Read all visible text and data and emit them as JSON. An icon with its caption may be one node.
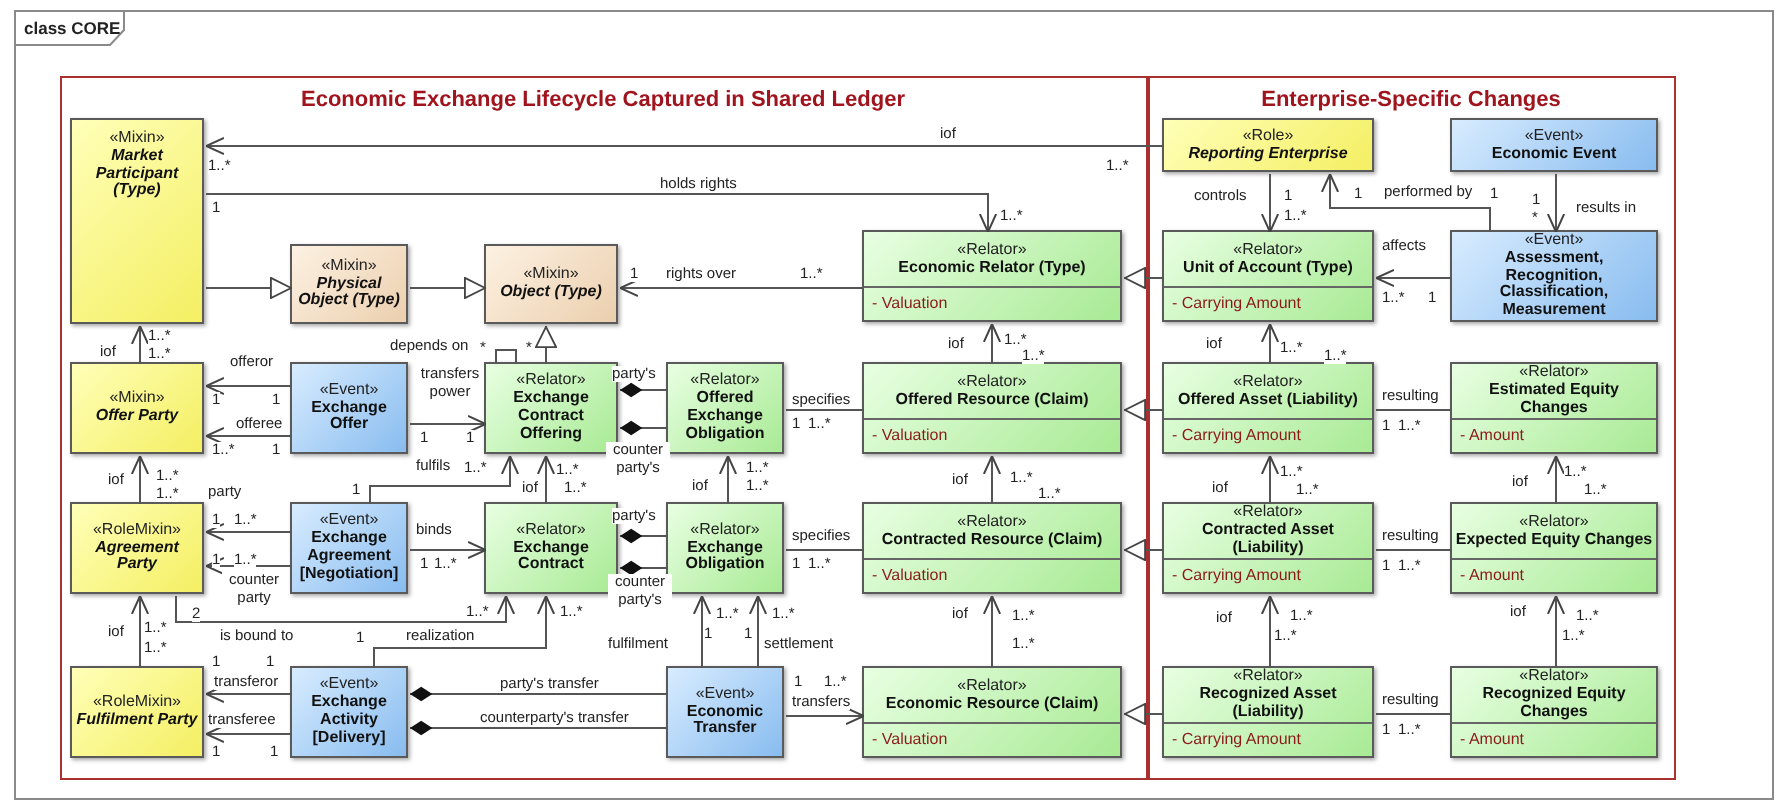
{
  "diagram": {
    "nodes": [
      {
        "text": [
          "class CORE"
        ]
      },
      {
        "text": [
          "Economic Exchange Lifecycle Captured in Shared Ledger"
        ],
        "in": 0
      },
      {
        "text": [
          "Enterprise-Specific Changes"
        ],
        "in": 0
      },
      {
        "text": [
          "«Mixin»",
          "Market Participant (Type)"
        ],
        "in": 1
      },
      {
        "text": [
          "«Mixin»",
          "Physical Object (Type)"
        ],
        "in": 1
      },
      {
        "text": [
          "«Mixin»",
          "Object (Type)"
        ],
        "in": 1
      },
      {
        "text": [
          "«Relator»",
          "Economic Relator (Type)",
          "- Valuation"
        ],
        "in": 1
      },
      {
        "text": [
          "«Mixin»",
          "Offer Party"
        ],
        "in": 1
      },
      {
        "text": [
          "«Event»",
          "Exchange Offer"
        ],
        "in": 1
      },
      {
        "text": [
          "«Relator»",
          "Exchange Contract Offering"
        ],
        "in": 1
      },
      {
        "text": [
          "«Relator»",
          "Offered Exchange Obligation"
        ],
        "in": 1
      },
      {
        "text": [
          "«Relator»",
          "Offered Resource (Claim)",
          "- Valuation"
        ],
        "in": 1
      },
      {
        "text": [
          "«RoleMixin»",
          "Agreement Party"
        ],
        "in": 1
      },
      {
        "text": [
          "«Event»",
          "Exchange Agreement [Negotiation]"
        ],
        "in": 1
      },
      {
        "text": [
          "«Relator»",
          "Exchange Contract"
        ],
        "in": 1
      },
      {
        "text": [
          "«Relator»",
          "Exchange Obligation"
        ],
        "in": 1
      },
      {
        "text": [
          "«Relator»",
          "Contracted Resource (Claim)",
          "- Valuation"
        ],
        "in": 1
      },
      {
        "text": [
          "«RoleMixin»",
          "Fulfilment Party"
        ],
        "in": 1
      },
      {
        "text": [
          "«Event»",
          "Exchange Activity [Delivery]"
        ],
        "in": 1
      },
      {
        "text": [
          "«Event»",
          "Economic Transfer"
        ],
        "in": 1
      },
      {
        "text": [
          "«Relator»",
          "Economic Resource (Claim)",
          "- Valuation"
        ],
        "in": 1
      },
      {
        "text": [
          "«Role»",
          "Reporting Enterprise"
        ],
        "in": 2
      },
      {
        "text": [
          "«Event»",
          "Economic Event"
        ],
        "in": 2
      },
      {
        "text": [
          "«Relator»",
          "Unit of Account (Type)",
          "- Carrying Amount"
        ],
        "in": 2
      },
      {
        "text": [
          "«Event»",
          "Assessment, Recognition, Classification, Measurement"
        ],
        "in": 2
      },
      {
        "text": [
          "«Relator»",
          "Offered Asset (Liability)",
          "- Carrying Amount"
        ],
        "in": 2
      },
      {
        "text": [
          "«Relator»",
          "Estimated Equity Changes",
          "- Amount"
        ],
        "in": 2
      },
      {
        "text": [
          "«Relator»",
          "Contracted Asset (Liability)",
          "- Carrying Amount"
        ],
        "in": 2
      },
      {
        "text": [
          "«Relator»",
          "Expected Equity Changes",
          "- Amount"
        ],
        "in": 2
      },
      {
        "text": [
          "«Relator»",
          "Recognized Asset (Liability)",
          "- Carrying Amount"
        ],
        "in": 2
      },
      {
        "text": [
          "«Relator»",
          "Recognized Equity Changes",
          "- Amount"
        ],
        "in": 2
      }
    ],
    "edges": [
      {
        "from": 21,
        "to": 3,
        "arrow": "to",
        "label": "iof"
      },
      {
        "from": 3,
        "to": 6,
        "arrow": "to",
        "label": "holds rights"
      },
      {
        "from": 3,
        "to": 4,
        "arrow": "to"
      },
      {
        "from": 4,
        "to": 5,
        "arrow": "to"
      },
      {
        "from": 6,
        "to": 5,
        "arrow": "to",
        "label": "rights over"
      },
      {
        "from": 9,
        "to": 5,
        "arrow": "to"
      },
      {
        "from": 9,
        "to": 9,
        "arrow": "none",
        "label": "depends on"
      },
      {
        "from": 7,
        "to": 3,
        "arrow": "to",
        "label": "iof"
      },
      {
        "from": 8,
        "to": 7,
        "arrow": "to",
        "label": "offeror"
      },
      {
        "from": 8,
        "to": 7,
        "arrow": "to",
        "label": "offeree"
      },
      {
        "from": 8,
        "to": 9,
        "arrow": "to",
        "label": "transfers power"
      },
      {
        "from": 10,
        "to": 9,
        "arrow": "other",
        "label": "party's"
      },
      {
        "from": 10,
        "to": 9,
        "arrow": "other",
        "label": "counter party's"
      },
      {
        "from": 10,
        "to": 11,
        "arrow": "none",
        "label": "specifies"
      },
      {
        "from": 11,
        "to": 6,
        "arrow": "to",
        "label": "iof"
      },
      {
        "from": 14,
        "to": 9,
        "arrow": "to",
        "label": "iof"
      },
      {
        "from": 13,
        "to": 9,
        "arrow": "to",
        "label": "fulfils"
      },
      {
        "from": 15,
        "to": 10,
        "arrow": "to",
        "label": "iof"
      },
      {
        "from": 12,
        "to": 7,
        "arrow": "to",
        "label": "iof"
      },
      {
        "from": 13,
        "to": 12,
        "arrow": "to",
        "label": "party"
      },
      {
        "from": 13,
        "to": 12,
        "arrow": "to",
        "label": "counter party"
      },
      {
        "from": 13,
        "to": 14,
        "arrow": "to",
        "label": "binds"
      },
      {
        "from": 15,
        "to": 14,
        "arrow": "other",
        "label": "party's"
      },
      {
        "from": 15,
        "to": 14,
        "arrow": "other",
        "label": "counter party's"
      },
      {
        "from": 15,
        "to": 16,
        "arrow": "none",
        "label": "specifies"
      },
      {
        "from": 16,
        "to": 11,
        "arrow": "to",
        "label": "iof"
      },
      {
        "from": 12,
        "to": 14,
        "arrow": "to",
        "label": "is bound to"
      },
      {
        "from": 17,
        "to": 12,
        "arrow": "to",
        "label": "iof"
      },
      {
        "from": 18,
        "to": 14,
        "arrow": "to",
        "label": "realization"
      },
      {
        "from": 18,
        "to": 17,
        "arrow": "to",
        "label": "transferor"
      },
      {
        "from": 18,
        "to": 17,
        "arrow": "to",
        "label": "transferee"
      },
      {
        "from": 19,
        "to": 18,
        "arrow": "other",
        "label": "party's transfer"
      },
      {
        "from": 19,
        "to": 18,
        "arrow": "other",
        "label": "counterparty's transfer"
      },
      {
        "from": 19,
        "to": 15,
        "arrow": "to",
        "label": "fulfilment"
      },
      {
        "from": 19,
        "to": 15,
        "arrow": "to",
        "label": "settlement"
      },
      {
        "from": 19,
        "to": 20,
        "arrow": "to",
        "label": "transfers"
      },
      {
        "from": 20,
        "to": 16,
        "arrow": "to",
        "label": "iof"
      },
      {
        "from": 23,
        "to": 6,
        "arrow": "to"
      },
      {
        "from": 25,
        "to": 11,
        "arrow": "to"
      },
      {
        "from": 27,
        "to": 16,
        "arrow": "to"
      },
      {
        "from": 29,
        "to": 20,
        "arrow": "to"
      },
      {
        "from": 21,
        "to": 23,
        "arrow": "to",
        "label": "controls"
      },
      {
        "from": 24,
        "to": 21,
        "arrow": "to",
        "label": "performed by"
      },
      {
        "from": 22,
        "to": 24,
        "arrow": "to",
        "label": "results in"
      },
      {
        "from": 24,
        "to": 23,
        "arrow": "to",
        "label": "affects"
      },
      {
        "from": 25,
        "to": 23,
        "arrow": "to",
        "label": "iof"
      },
      {
        "from": 25,
        "to": 26,
        "arrow": "none",
        "label": "resulting"
      },
      {
        "from": 27,
        "to": 25,
        "arrow": "to",
        "label": "iof"
      },
      {
        "from": 27,
        "to": 28,
        "arrow": "none",
        "label": "resulting"
      },
      {
        "from": 29,
        "to": 27,
        "arrow": "to",
        "label": "iof"
      },
      {
        "from": 29,
        "to": 30,
        "arrow": "none",
        "label": "resulting"
      },
      {
        "from": 28,
        "to": 26,
        "arrow": "to",
        "label": "iof"
      },
      {
        "from": 30,
        "to": 28,
        "arrow": "to",
        "label": "iof"
      }
    ],
    "labels": [
      "1..*",
      "1..*",
      "1",
      "1..*",
      "1",
      "1..*",
      "1..*",
      "1..*",
      "1",
      "1",
      "1..*",
      "1",
      "1",
      "1",
      "*",
      "*",
      "1..*",
      "1..*",
      "1..*",
      "1..*",
      "1..*",
      "1..*",
      "1..*",
      "1",
      "1..*",
      "1..*",
      "1..*",
      "1",
      "1",
      "1..*",
      "1",
      "1..*",
      "1",
      "1..*",
      "1..*",
      "1..*",
      "1",
      "1..*",
      "2",
      "1..*",
      "1",
      "1..*",
      "1..*",
      "1..*",
      "1",
      "1",
      "1",
      "1",
      "1",
      "1..*",
      "1",
      "1..*",
      "1",
      "1..*",
      "1..*",
      "1..*",
      "1",
      "1..*",
      "1",
      "1",
      "1",
      "*",
      "1..*",
      "1",
      "1..*",
      "1..*",
      "1",
      "1..*",
      "1..*",
      "1..*",
      "1..*",
      "1..*",
      "1",
      "1..*",
      "1..*",
      "1..*",
      "1..*",
      "1..*",
      "1",
      "1..*"
    ]
  }
}
